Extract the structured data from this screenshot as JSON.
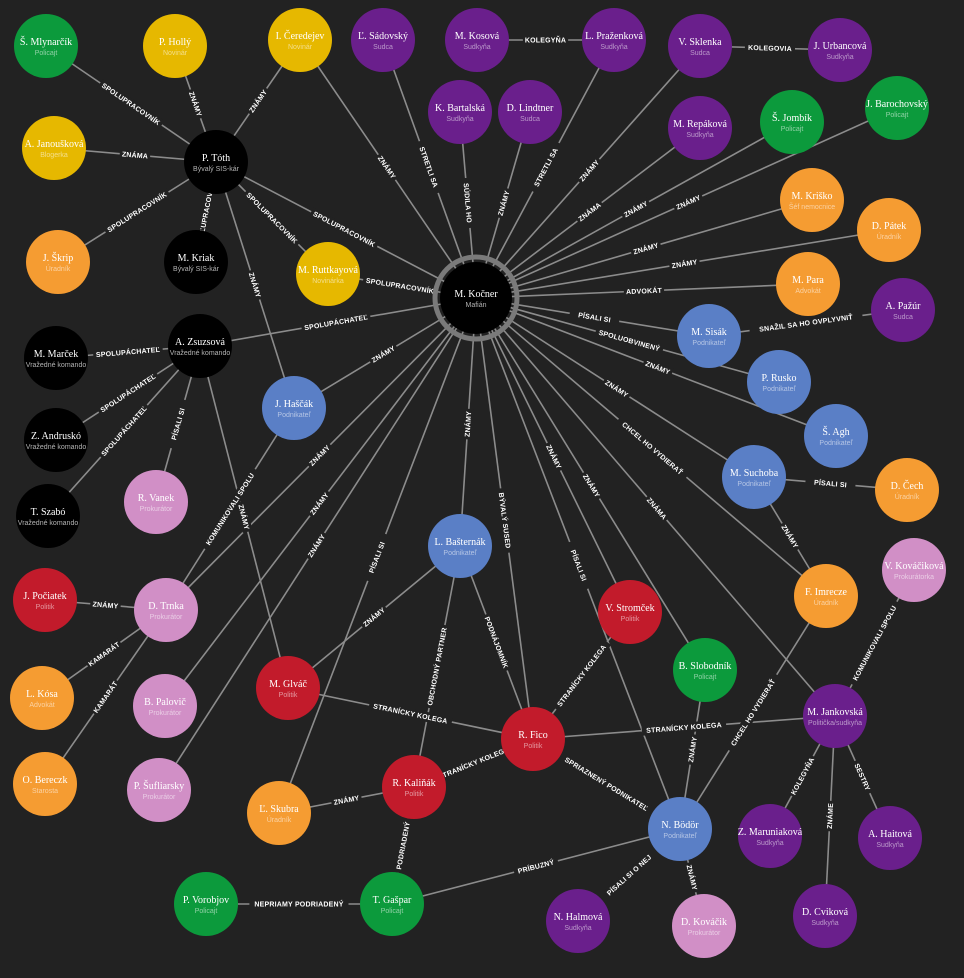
{
  "colors": {
    "purple": "#6a1f8c",
    "blue": "#5a7fc6",
    "yellow": "#e6b800",
    "orange": "#f59c32",
    "red": "#c21b2b",
    "green": "#0c9a3c",
    "black": "#000000",
    "pink": "#d18fc6"
  },
  "nodes": [
    {
      "id": "kocner",
      "name": "M. Kočner",
      "role": "Mafián",
      "color": "black"
    },
    {
      "id": "toth",
      "name": "P. Tóth",
      "role": "Bývalý SIS-kár",
      "color": "black"
    },
    {
      "id": "mlynarcik",
      "name": "Š. Mlynarčík",
      "role": "Policajt",
      "color": "green"
    },
    {
      "id": "holly",
      "name": "P. Hollý",
      "role": "Novinár",
      "color": "yellow"
    },
    {
      "id": "ceredejev",
      "name": "I. Čeredejev",
      "role": "Novinár",
      "color": "yellow"
    },
    {
      "id": "janouskova",
      "name": "A. Janoušková",
      "role": "Blogerka",
      "color": "yellow"
    },
    {
      "id": "skrip",
      "name": "J. Škrip",
      "role": "Úradník",
      "color": "orange"
    },
    {
      "id": "kriak",
      "name": "M. Kriak",
      "role": "Bývalý SIS-kár",
      "color": "black"
    },
    {
      "id": "ruttkayova",
      "name": "M. Ruttkayová",
      "role": "Novinárka",
      "color": "yellow"
    },
    {
      "id": "zsuzsova",
      "name": "A. Zsuzsová",
      "role": "Vražedné komando",
      "color": "black"
    },
    {
      "id": "marcek",
      "name": "M. Marček",
      "role": "Vražedné komando",
      "color": "black"
    },
    {
      "id": "andrusko",
      "name": "Z. Andruskó",
      "role": "Vražedné komando",
      "color": "black"
    },
    {
      "id": "szabo",
      "name": "T. Szabó",
      "role": "Vražedné komando",
      "color": "black"
    },
    {
      "id": "vanek",
      "name": "R. Vanek",
      "role": "Prokurátor",
      "color": "pink"
    },
    {
      "id": "hascak",
      "name": "J. Haščák",
      "role": "Podnikateľ",
      "color": "blue"
    },
    {
      "id": "sadovsky",
      "name": "Ľ. Sádovský",
      "role": "Sudca",
      "color": "purple"
    },
    {
      "id": "kosova",
      "name": "M. Kosová",
      "role": "Sudkyňa",
      "color": "purple"
    },
    {
      "id": "prazenkova",
      "name": "L. Praženková",
      "role": "Sudkyňa",
      "color": "purple"
    },
    {
      "id": "sklenka",
      "name": "V. Sklenka",
      "role": "Sudca",
      "color": "purple"
    },
    {
      "id": "urbancova",
      "name": "J. Urbancová",
      "role": "Sudkyňa",
      "color": "purple"
    },
    {
      "id": "bartalska",
      "name": "K. Bartalská",
      "role": "Sudkyňa",
      "color": "purple"
    },
    {
      "id": "lindtner",
      "name": "D. Lindtner",
      "role": "Sudca",
      "color": "purple"
    },
    {
      "id": "repakova",
      "name": "M. Repáková",
      "role": "Sudkyňa",
      "color": "purple"
    },
    {
      "id": "jombik",
      "name": "Š. Jombík",
      "role": "Policajt",
      "color": "green"
    },
    {
      "id": "barochovsky",
      "name": "J. Barochovský",
      "role": "Policajt",
      "color": "green"
    },
    {
      "id": "krisko",
      "name": "M. Kriško",
      "role": "Šéf nemocnice",
      "color": "orange"
    },
    {
      "id": "patek",
      "name": "D. Pátek",
      "role": "Úradník",
      "color": "orange"
    },
    {
      "id": "para",
      "name": "M. Para",
      "role": "Advokát",
      "color": "orange"
    },
    {
      "id": "pazur",
      "name": "A. Pažúr",
      "role": "Sudca",
      "color": "purple"
    },
    {
      "id": "sisak",
      "name": "M. Sisák",
      "role": "Podnikateľ",
      "color": "blue"
    },
    {
      "id": "rusko",
      "name": "P. Rusko",
      "role": "Podnikateľ",
      "color": "blue"
    },
    {
      "id": "agh",
      "name": "Š. Agh",
      "role": "Podnikateľ",
      "color": "blue"
    },
    {
      "id": "suchoba",
      "name": "M. Suchoba",
      "role": "Podnikateľ",
      "color": "blue"
    },
    {
      "id": "cech",
      "name": "D. Čech",
      "role": "Úradník",
      "color": "orange"
    },
    {
      "id": "imrecze",
      "name": "F. Imrecze",
      "role": "Úradník",
      "color": "orange"
    },
    {
      "id": "kovacikova",
      "name": "V. Kováčiková",
      "role": "Prokurátorka",
      "color": "pink"
    },
    {
      "id": "bastarnak",
      "name": "L. Bašternák",
      "role": "Podnikateľ",
      "color": "blue"
    },
    {
      "id": "pociatek",
      "name": "J. Počiatek",
      "role": "Politik",
      "color": "red"
    },
    {
      "id": "trnka",
      "name": "D. Trnka",
      "role": "Prokurátor",
      "color": "pink"
    },
    {
      "id": "kosa",
      "name": "L. Kósa",
      "role": "Advokát",
      "color": "orange"
    },
    {
      "id": "bereczk",
      "name": "O. Bereczk",
      "role": "Starosta",
      "color": "orange"
    },
    {
      "id": "palovic",
      "name": "B. Palovič",
      "role": "Prokurátor",
      "color": "pink"
    },
    {
      "id": "sufliarsky",
      "name": "P. Šufliarsky",
      "role": "Prokurátor",
      "color": "pink"
    },
    {
      "id": "glvac",
      "name": "M. Glváč",
      "role": "Politik",
      "color": "red"
    },
    {
      "id": "stromcek",
      "name": "V. Stromček",
      "role": "Politik",
      "color": "red"
    },
    {
      "id": "slobodnik",
      "name": "B. Slobodník",
      "role": "Policajt",
      "color": "green"
    },
    {
      "id": "fico",
      "name": "R. Fico",
      "role": "Politik",
      "color": "red"
    },
    {
      "id": "jankovska",
      "name": "M. Jankovská",
      "role": "Politička/sudkyňa",
      "color": "purple"
    },
    {
      "id": "kalinak",
      "name": "R. Kaliňák",
      "role": "Politik",
      "color": "red"
    },
    {
      "id": "skubra",
      "name": "Ľ. Skubra",
      "role": "Úradník",
      "color": "orange"
    },
    {
      "id": "bodor",
      "name": "N. Bödör",
      "role": "Podnikateľ",
      "color": "blue"
    },
    {
      "id": "maruniakova",
      "name": "Z. Maruniaková",
      "role": "Sudkyňa",
      "color": "purple"
    },
    {
      "id": "haitova",
      "name": "A. Haitová",
      "role": "Sudkyňa",
      "color": "purple"
    },
    {
      "id": "vorobjov",
      "name": "P. Vorobjov",
      "role": "Policajt",
      "color": "green"
    },
    {
      "id": "gaspar",
      "name": "T. Gašpar",
      "role": "Policajt",
      "color": "green"
    },
    {
      "id": "halmova",
      "name": "N. Halmová",
      "role": "Sudkyňa",
      "color": "purple"
    },
    {
      "id": "kovacik",
      "name": "D. Kováčik",
      "role": "Prokurátor",
      "color": "pink"
    },
    {
      "id": "cvikova",
      "name": "D. Cviková",
      "role": "Sudkyňa",
      "color": "purple"
    }
  ],
  "edges": [
    {
      "a": "toth",
      "b": "mlynarcik",
      "label": "SPOLUPRACOVNÍK"
    },
    {
      "a": "toth",
      "b": "holly",
      "label": "ZNÁMY"
    },
    {
      "a": "toth",
      "b": "ceredejev",
      "label": "ZNÁMY"
    },
    {
      "a": "toth",
      "b": "janouskova",
      "label": "ZNÁMA"
    },
    {
      "a": "toth",
      "b": "skrip",
      "label": "SPOLUPRACOVNÍK"
    },
    {
      "a": "toth",
      "b": "kriak",
      "label": "ĽUPRACOV"
    },
    {
      "a": "toth",
      "b": "ruttkayova",
      "label": "SPOLUPRACOVNÍK"
    },
    {
      "a": "toth",
      "b": "kocner",
      "label": "SPOLUPRACOVNÍK"
    },
    {
      "a": "toth",
      "b": "hascak",
      "label": "ZNÁMY"
    },
    {
      "a": "ruttkayova",
      "b": "kocner",
      "label": "SPOLUPRACOVNÍK"
    },
    {
      "a": "zsuzsova",
      "b": "kocner",
      "label": "SPOLUPÁCHATEĽ"
    },
    {
      "a": "zsuzsova",
      "b": "marcek",
      "label": "SPOLUPÁCHATEĽ"
    },
    {
      "a": "zsuzsova",
      "b": "andrusko",
      "label": "SPOLUPÁCHATEĽ"
    },
    {
      "a": "zsuzsova",
      "b": "szabo",
      "label": "SPOLUPÁCHATEĽ"
    },
    {
      "a": "zsuzsova",
      "b": "vanek",
      "label": "PÍSALI SI"
    },
    {
      "a": "zsuzsova",
      "b": "glvac",
      "label": "ZNÁMY"
    },
    {
      "a": "ceredejev",
      "b": "kocner",
      "label": "ZNÁMY"
    },
    {
      "a": "sadovsky",
      "b": "kocner",
      "label": "STRETLI SA"
    },
    {
      "a": "kosova",
      "b": "prazenkova",
      "label": "KOLEGYŇA"
    },
    {
      "a": "sklenka",
      "b": "urbancova",
      "label": "KOLEGOVIA"
    },
    {
      "a": "bartalska",
      "b": "kocner",
      "label": "SÚDILA HO"
    },
    {
      "a": "lindtner",
      "b": "kocner",
      "label": "ZNÁMY"
    },
    {
      "a": "prazenkova",
      "b": "kocner",
      "label": "STRETLI SA"
    },
    {
      "a": "sklenka",
      "b": "kocner",
      "label": "ZNÁMY"
    },
    {
      "a": "repakova",
      "b": "kocner",
      "label": "ZNÁMA"
    },
    {
      "a": "jombik",
      "b": "kocner",
      "label": "ZNÁMY"
    },
    {
      "a": "barochovsky",
      "b": "kocner",
      "label": "ZNÁMY"
    },
    {
      "a": "krisko",
      "b": "kocner",
      "label": "ZNÁMY"
    },
    {
      "a": "patek",
      "b": "kocner",
      "label": "ZNÁMY"
    },
    {
      "a": "para",
      "b": "kocner",
      "label": "ADVOKÁT"
    },
    {
      "a": "sisak",
      "b": "kocner",
      "label": "PÍSALI SI"
    },
    {
      "a": "sisak",
      "b": "pazur",
      "label": "SNAŽIL SA HO OVPLYVNIŤ"
    },
    {
      "a": "rusko",
      "b": "kocner",
      "label": "SPOLUOBVINENÝ"
    },
    {
      "a": "agh",
      "b": "kocner",
      "label": "ZNÁMY"
    },
    {
      "a": "suchoba",
      "b": "kocner",
      "label": "ZNÁMY"
    },
    {
      "a": "suchoba",
      "b": "cech",
      "label": "PÍSALI SI"
    },
    {
      "a": "suchoba",
      "b": "imrecze",
      "label": "ZNÁMY"
    },
    {
      "a": "imrecze",
      "b": "kocner",
      "label": "CHCEL HO VYDIERAŤ"
    },
    {
      "a": "jankovska",
      "b": "kocner",
      "label": "ZNÁMA"
    },
    {
      "a": "hascak",
      "b": "kocner",
      "label": "ZNÁMY"
    },
    {
      "a": "hascak",
      "b": "trnka",
      "label": "KOMUNIKOVALI SPOLU"
    },
    {
      "a": "trnka",
      "b": "kocner",
      "label": "ZNÁMY"
    },
    {
      "a": "palovic",
      "b": "kocner",
      "label": "ZNÁMY"
    },
    {
      "a": "sufliarsky",
      "b": "kocner",
      "label": "ZNÁMY"
    },
    {
      "a": "skubra",
      "b": "kocner",
      "label": "PÍSALI SI"
    },
    {
      "a": "bastarnak",
      "b": "kocner",
      "label": "ZNÁMY"
    },
    {
      "a": "fico",
      "b": "kocner",
      "label": "BÝVALÝ SUSED"
    },
    {
      "a": "stromcek",
      "b": "kocner",
      "label": "ZNÁMY"
    },
    {
      "a": "bodor",
      "b": "kocner",
      "label": "PÍSALI SI"
    },
    {
      "a": "slobodnik",
      "b": "kocner",
      "label": "ZNÁMY"
    },
    {
      "a": "pociatek",
      "b": "trnka",
      "label": "ZNÁMY"
    },
    {
      "a": "trnka",
      "b": "kosa",
      "label": "KAMARÁT"
    },
    {
      "a": "trnka",
      "b": "bereczk",
      "label": "KAMARÁT"
    },
    {
      "a": "bastarnak",
      "b": "glvac",
      "label": "ZNÁMY"
    },
    {
      "a": "bastarnak",
      "b": "kalinak",
      "label": "OBCHODNÝ PARTNER"
    },
    {
      "a": "bastarnak",
      "b": "fico",
      "label": "PODNÁJOMNÍK"
    },
    {
      "a": "glvac",
      "b": "fico",
      "label": "STRANÍCKY KOLEGA"
    },
    {
      "a": "stromcek",
      "b": "fico",
      "label": "STRANÍCKY KOLEGA"
    },
    {
      "a": "kalinak",
      "b": "fico",
      "label": "STRANÍCKY KOLEGA"
    },
    {
      "a": "jankovska",
      "b": "fico",
      "label": "STRANÍCKY KOLEGA"
    },
    {
      "a": "fico",
      "b": "bodor",
      "label": "SPRIAZNENÝ PODNIKATEĽ"
    },
    {
      "a": "slobodnik",
      "b": "bodor",
      "label": "ZNÁMY"
    },
    {
      "a": "imrecze",
      "b": "bodor",
      "label": "CHCEL HO VYDIERAŤ"
    },
    {
      "a": "kovacikova",
      "b": "jankovska",
      "label": "KOMUNIKOVALI SPOLU"
    },
    {
      "a": "jankovska",
      "b": "maruniakova",
      "label": "KOLEGYŇA"
    },
    {
      "a": "jankovska",
      "b": "haitova",
      "label": "SESTRY"
    },
    {
      "a": "jankovska",
      "b": "cvikova",
      "label": "ZNÁME"
    },
    {
      "a": "skubra",
      "b": "kalinak",
      "label": "ZNÁMY"
    },
    {
      "a": "kalinak",
      "b": "gaspar",
      "label": "PODRIADENÝ"
    },
    {
      "a": "vorobjov",
      "b": "gaspar",
      "label": "NEPRIAMY PODRIADENÝ"
    },
    {
      "a": "gaspar",
      "b": "bodor",
      "label": "PRÍBUZNÝ"
    },
    {
      "a": "bodor",
      "b": "halmova",
      "label": "PÍSALI SI O NEJ"
    },
    {
      "a": "bodor",
      "b": "kovacik",
      "label": "ZNÁMY"
    }
  ]
}
